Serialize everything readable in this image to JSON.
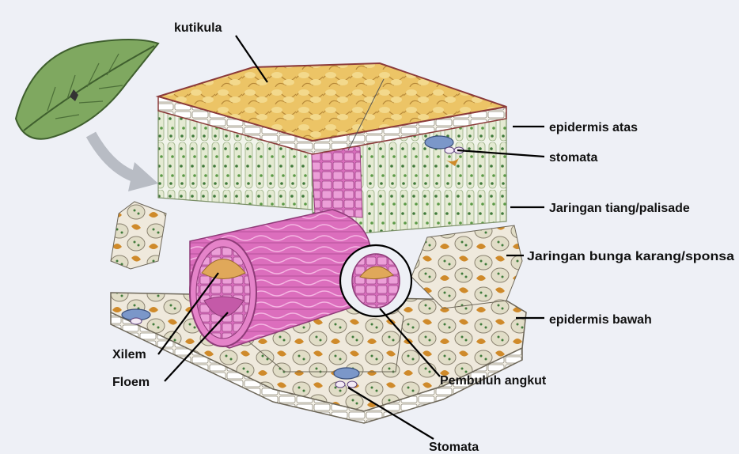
{
  "labels": {
    "kutikula": "kutikula",
    "epidermis_atas": "epidermis atas",
    "stomata_top": "stomata",
    "palisade": "Jaringan tiang/palisade",
    "sponge": "Jaringan bunga karang/sponsa",
    "epidermis_bawah": "epidermis bawah",
    "xilem": "Xilem",
    "floem": "Floem",
    "pembuluh": "Pembuluh angkut",
    "stomata_bottom": "Stomata"
  },
  "colors": {
    "background": "#eef0f6",
    "cuticle": "#e9c46a",
    "palisade_cell": "#e6ecd6",
    "chloroplast": "#3f7a3a",
    "vascular": "#d968b8",
    "xylem_core": "#e0a85a",
    "sponge_cell": "#c9a55a",
    "leaf": "#7fa860"
  },
  "icons": [
    "leaf-icon",
    "arrow-icon"
  ]
}
